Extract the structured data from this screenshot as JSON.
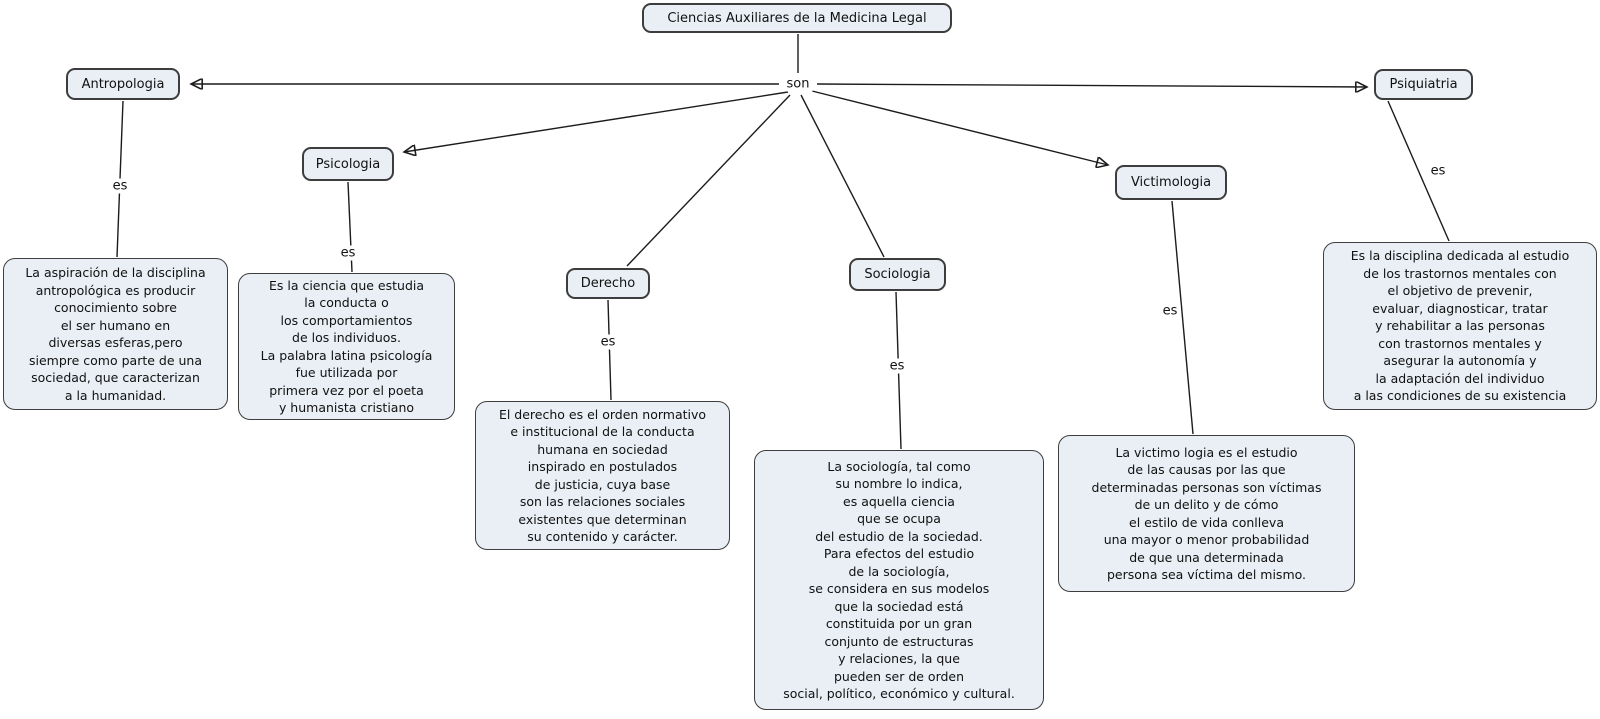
{
  "diagram": {
    "root_label": "Ciencias Auxiliares de la Medicina Legal",
    "root_connector": "son",
    "branches": [
      {
        "name": "Antropologia",
        "connector": "es",
        "description": "La aspiración de la disciplina\nantropológica es producir\nconocimiento sobre\nel ser humano en\ndiversas esferas,pero\nsiempre como parte de una\nsociedad, que caracterizan\na la humanidad."
      },
      {
        "name": "Psicologia",
        "connector": "es",
        "description": "Es la ciencia que estudia\nla conducta o\nlos comportamientos\nde los individuos.\nLa palabra latina psicología\nfue utilizada por\nprimera vez por el poeta\ny humanista cristiano"
      },
      {
        "name": "Derecho",
        "connector": "es",
        "description": "El derecho es el orden normativo\ne institucional de la conducta\nhumana en sociedad\ninspirado en postulados\nde justicia, cuya base\nson las relaciones sociales\nexistentes que determinan\nsu contenido y carácter."
      },
      {
        "name": "Sociologia",
        "connector": "es",
        "description": "La sociología, tal como\nsu nombre lo indica,\nes aquella ciencia\nque se ocupa\ndel estudio de la sociedad.\nPara efectos del estudio\nde la sociología,\nse considera en sus modelos\nque la sociedad está\nconstituida por un gran\nconjunto de estructuras\ny relaciones, la que\npueden ser de orden\nsocial, político, económico y cultural."
      },
      {
        "name": "Victimologia",
        "connector": "es",
        "description": "La victimo logia es el estudio\nde las causas por las que\ndeterminadas personas son víctimas\nde un delito y de cómo\nel estilo de vida conlleva\nuna mayor o menor probabilidad\nde que una determinada\npersona sea víctima del mismo."
      },
      {
        "name": "Psiquiatria",
        "connector": "es",
        "description": "Es la disciplina dedicada al estudio\nde los trastornos mentales con\nel objetivo de prevenir,\nevaluar, diagnosticar, tratar\ny rehabilitar a las personas\ncon trastornos mentales y\nasegurar la autonomía y\nla adaptación del individuo\na las condiciones de su existencia"
      }
    ],
    "colors": {
      "node_fill": "#e9eff5",
      "node_border": "#3d3d3d",
      "line": "#1c1c1c",
      "text": "#111111",
      "background": "#ffffff"
    }
  }
}
